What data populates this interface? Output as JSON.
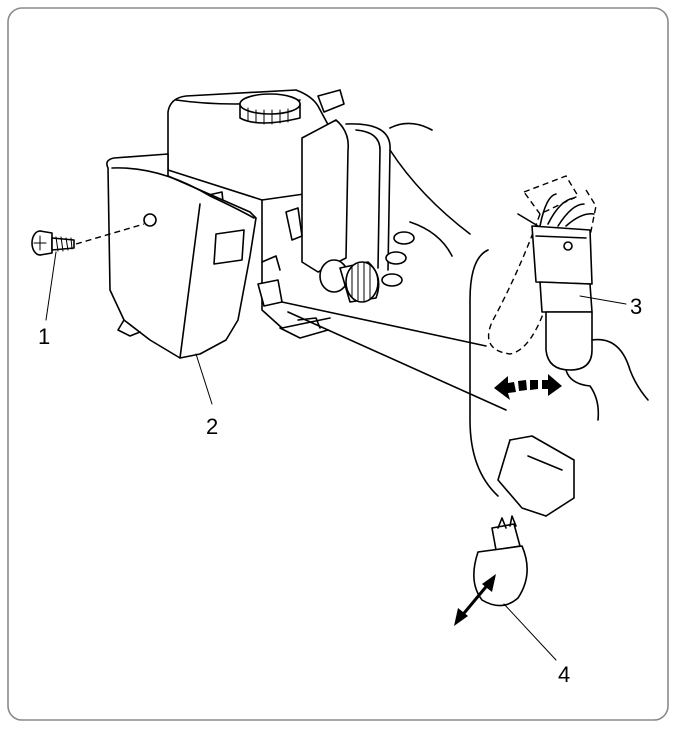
{
  "callouts": [
    {
      "id": "1",
      "text": "1"
    },
    {
      "id": "2",
      "text": "2"
    },
    {
      "id": "3",
      "text": "3"
    },
    {
      "id": "4",
      "text": "4"
    }
  ],
  "colors": {
    "line": "#000000",
    "frame": "#8a8a8a",
    "background": "#ffffff"
  }
}
